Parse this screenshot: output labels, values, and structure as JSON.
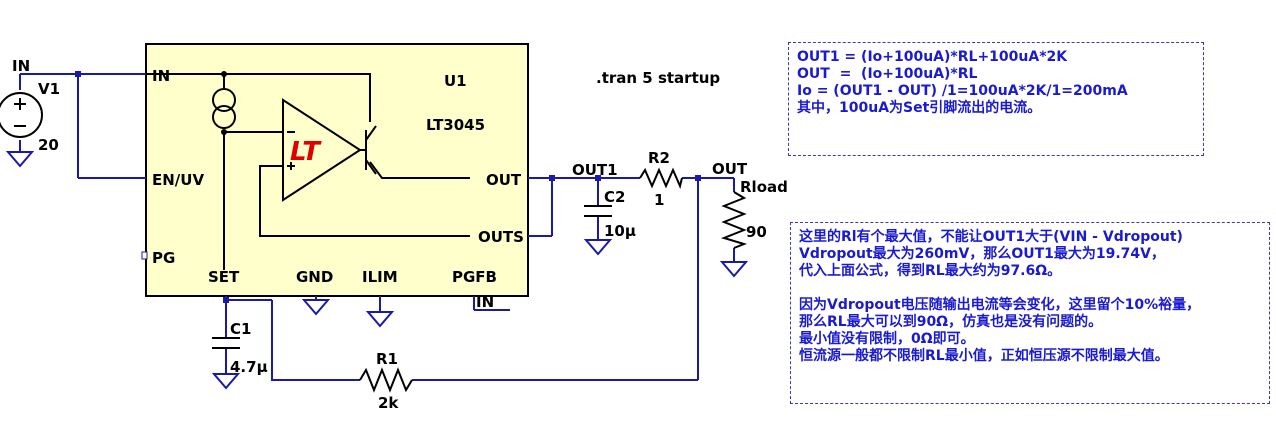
{
  "directive": ".tran 5 startup",
  "ic": {
    "ref": "U1",
    "part": "LT3045",
    "logo": "LT",
    "pins": {
      "in": "IN",
      "en": "EN/UV",
      "pg": "PG",
      "out": "OUT",
      "outs": "OUTS",
      "set": "SET",
      "gnd": "GND",
      "ilim": "ILIM",
      "pgfb": "PGFB"
    }
  },
  "source": {
    "ref": "V1",
    "value": "20"
  },
  "capacitors": [
    {
      "ref": "C1",
      "value": "4.7µ"
    },
    {
      "ref": "C2",
      "value": "10µ"
    }
  ],
  "resistors": [
    {
      "ref": "R1",
      "value": "2k"
    },
    {
      "ref": "R2",
      "value": "1"
    },
    {
      "ref": "Rload",
      "value": "90"
    }
  ],
  "nets": {
    "in": "IN",
    "out1": "OUT1",
    "out": "OUT",
    "pgfb_in": "IN"
  },
  "notes": {
    "formulas": [
      "OUT1 = (Io+100uA)*RL+100uA*2K",
      "OUT  =  (Io+100uA)*RL",
      "Io = (OUT1 - OUT) /1=100uA*2K/1=200mA",
      "其中，100uA为Set引脚流出的电流。"
    ],
    "explanation": [
      "这里的Rl有个最大值，不能让OUT1大于(VIN - Vdropout)",
      "Vdropout最大为260mV，那么OUT1最大为19.74V，",
      "代入上面公式，得到RL最大约为97.6Ω。",
      "",
      "因为Vdropout电压随输出电流等会变化，这里留个10%裕量，",
      "那么RL最大可以到90Ω，仿真也是没有问题的。",
      "最小值没有限制，0Ω即可。",
      "恒流源一般都不限制RL最小值，正如恒压源不限制最大值。"
    ]
  }
}
